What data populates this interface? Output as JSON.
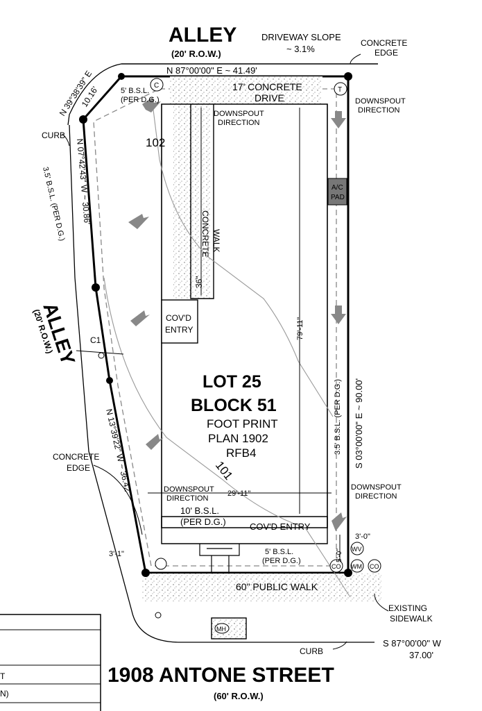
{
  "top_alley": {
    "name": "ALLEY",
    "row": "(20' R.O.W.)"
  },
  "left_alley": {
    "name": "ALLEY",
    "row": "(20' R.O.W.)"
  },
  "street": {
    "name": "1908 ANTONE STREET",
    "row": "(60' R.O.W.)"
  },
  "lot": {
    "lot": "LOT 25",
    "block": "BLOCK 51",
    "plan_line1": "FOOT PRINT",
    "plan_line2": "PLAN 1902",
    "plan_line3": "RFB4"
  },
  "bearings": {
    "north_line": "N 87°00'00\" E ~ 41.49'",
    "chamfer": "N 39°38'39\" E",
    "chamfer_len": "10.16'",
    "west_upper": "N 07°42'43\" W ~ 30.86'",
    "west_lower": "N 13°39'22\" W ~ 36.42'",
    "east_line": "S 03°00'00\" E ~ 90.00'",
    "south_line": "S 87°00'00\" W",
    "south_len": "37.00'"
  },
  "labels": {
    "driveway_slope": "DRIVEWAY SLOPE",
    "driveway_slope_val": "~ 3.1%",
    "concrete_edge_top_1": "CONCRETE",
    "concrete_edge_top_2": "EDGE",
    "concrete_edge_left_1": "CONCRETE",
    "concrete_edge_left_2": "EDGE",
    "concrete_drive_1": "17' CONCRETE",
    "concrete_drive_2": "DRIVE",
    "downspout_1": "DOWNSPOUT",
    "direction": "DIRECTION",
    "bsl_5_top": "5' B.S.L.",
    "per_dg": "(PER D.G.)",
    "curb": "CURB",
    "elev_102": "102",
    "elev_101": "101",
    "ac_pad_1": "A/C",
    "ac_pad_2": "PAD",
    "concrete_walk_1": "CONCRETE",
    "concrete_walk_2": "WALK",
    "walk_width": "36\"",
    "covd_entry_1": "COV'D",
    "covd_entry_2": "ENTRY",
    "covd_entry_front": "COV'D ENTRY",
    "dim_depth": "79'-11\"",
    "dim_width": "29'-11\"",
    "bsl_35_left": "3.5' B.S.L. (PER D.G.)",
    "bsl_35_right": "3.5' B.S.L. (PER D.G.)",
    "bsl_10_1": "10' B.S.L.",
    "bsl_5_bottom": "5' B.S.L.",
    "curve": "C1",
    "public_walk": "60\" PUBLIC WALK",
    "existing_sidewalk_1": "EXISTING",
    "existing_sidewalk_2": "SIDEWALK",
    "dim_3_left": "3'-1\"",
    "dim_3_right": "3'-0\"",
    "dim_5": "5'-0\"",
    "util_c": "C",
    "util_t": "T",
    "util_wv": "WV",
    "util_wm": "WM",
    "util_co": "CO",
    "util_mh": "MH",
    "table_row_1": "T",
    "table_row_2": "N)"
  }
}
